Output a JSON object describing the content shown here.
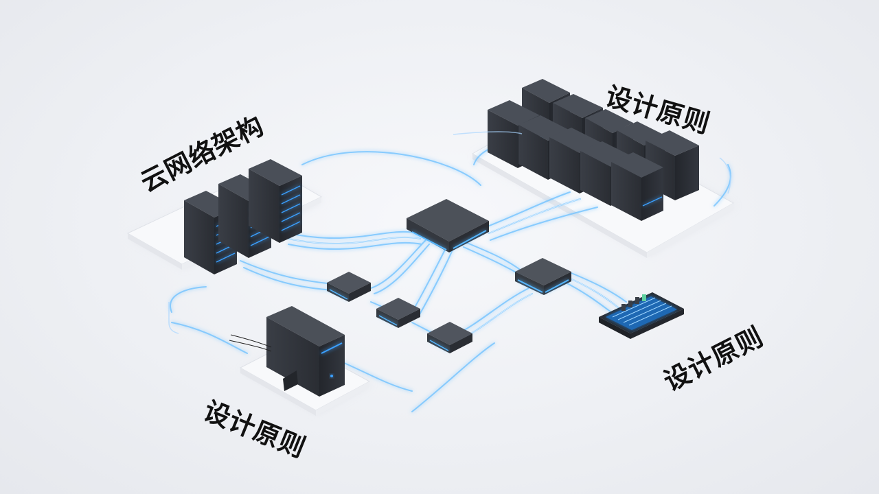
{
  "labels": {
    "cloud_architecture": "云网络架构",
    "design_principles_top_right": "设计原则",
    "design_principles_right": "设计原则",
    "design_principles_bottom_left": "设计原则"
  },
  "colors": {
    "background": "#eef0f4",
    "server_body": "#2d3139",
    "server_top": "#454a53",
    "glow_accent": "#3aa0ff",
    "platform": "#f7f8fa",
    "label_text": "#111111"
  },
  "icons": {
    "server_rack": "server-rack-icon",
    "network_switch": "switch-icon",
    "patch_panel": "patch-panel-icon",
    "tower_workstation": "tower-pc-icon"
  }
}
